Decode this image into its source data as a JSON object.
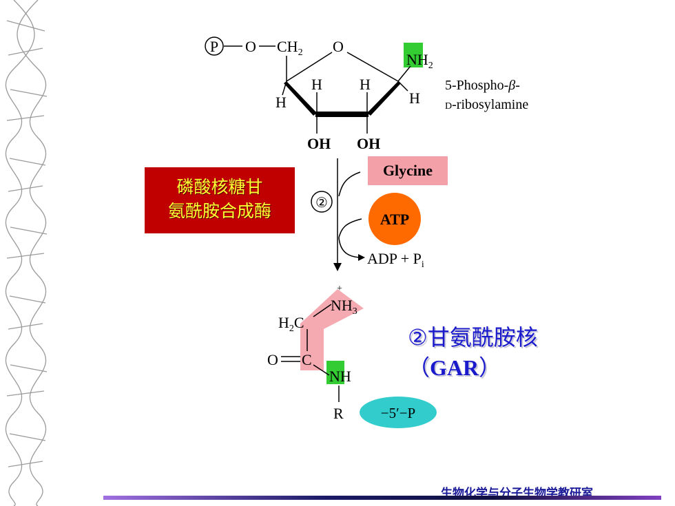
{
  "enzyme": {
    "line1": "磷酸核糖甘",
    "line2": "氨酰胺合成酶"
  },
  "substrate": {
    "phosphate": "P",
    "o_link": "O",
    "ch2": "CH",
    "ch2_sub": "2",
    "ring_o": "O",
    "nh2": "NH",
    "nh2_sub": "2",
    "h_c1": "H",
    "h_c2": "H",
    "h_c3": "H",
    "h_c4": "H",
    "oh1": "OH",
    "oh2": "OH",
    "name_line1": "5-Phospho-",
    "name_beta": "β",
    "name_dash": "-",
    "name_line2_d": "D",
    "name_line2_rest": "-ribosylamine"
  },
  "reaction": {
    "step": "②",
    "glycine": "Glycine",
    "atp": "ATP",
    "adp": "ADP + P",
    "adp_sub": "i"
  },
  "product": {
    "plus": "+",
    "nh3": "NH",
    "nh3_sub": "3",
    "h2c_h": "H",
    "h2c_sub": "2",
    "h2c_c": "C",
    "o": "O",
    "c": "C",
    "nh": "NH",
    "r": "R",
    "phosphate_tag": "−5′−P",
    "name": "②甘氨酰胺核",
    "abbr_open": "（",
    "abbr": "GAR",
    "abbr_close": "）"
  },
  "footer": "生物化学与分子生物学教研室",
  "colors": {
    "enzyme_bg": "#c00000",
    "enzyme_text": "#ffff33",
    "glycine_bg": "#f4a0a8",
    "atp_bg": "#ff6a00",
    "amine_highlight": "#33cc33",
    "glycine_highlight": "#f4a0a8",
    "phosphate_tag_bg": "#33cccc",
    "product_text": "#1a1acc",
    "footer_text": "#1a1a99"
  }
}
